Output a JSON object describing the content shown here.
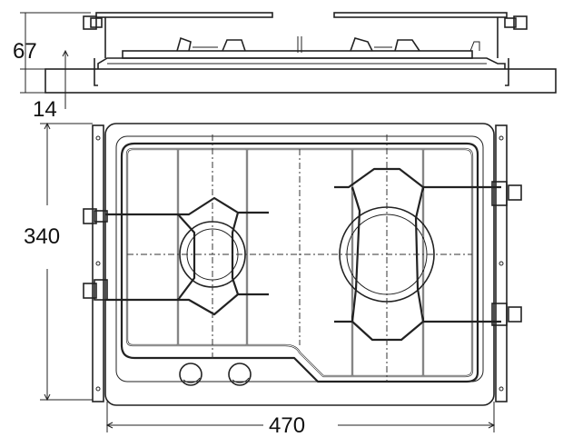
{
  "dimensions": {
    "height_above_counter": "67",
    "counter_thickness": "14",
    "depth": "340",
    "width": "470"
  },
  "colors": {
    "ink": "#222222",
    "background": "#ffffff",
    "hatch": "#555555",
    "burner_fill": "#bdbdbd"
  }
}
